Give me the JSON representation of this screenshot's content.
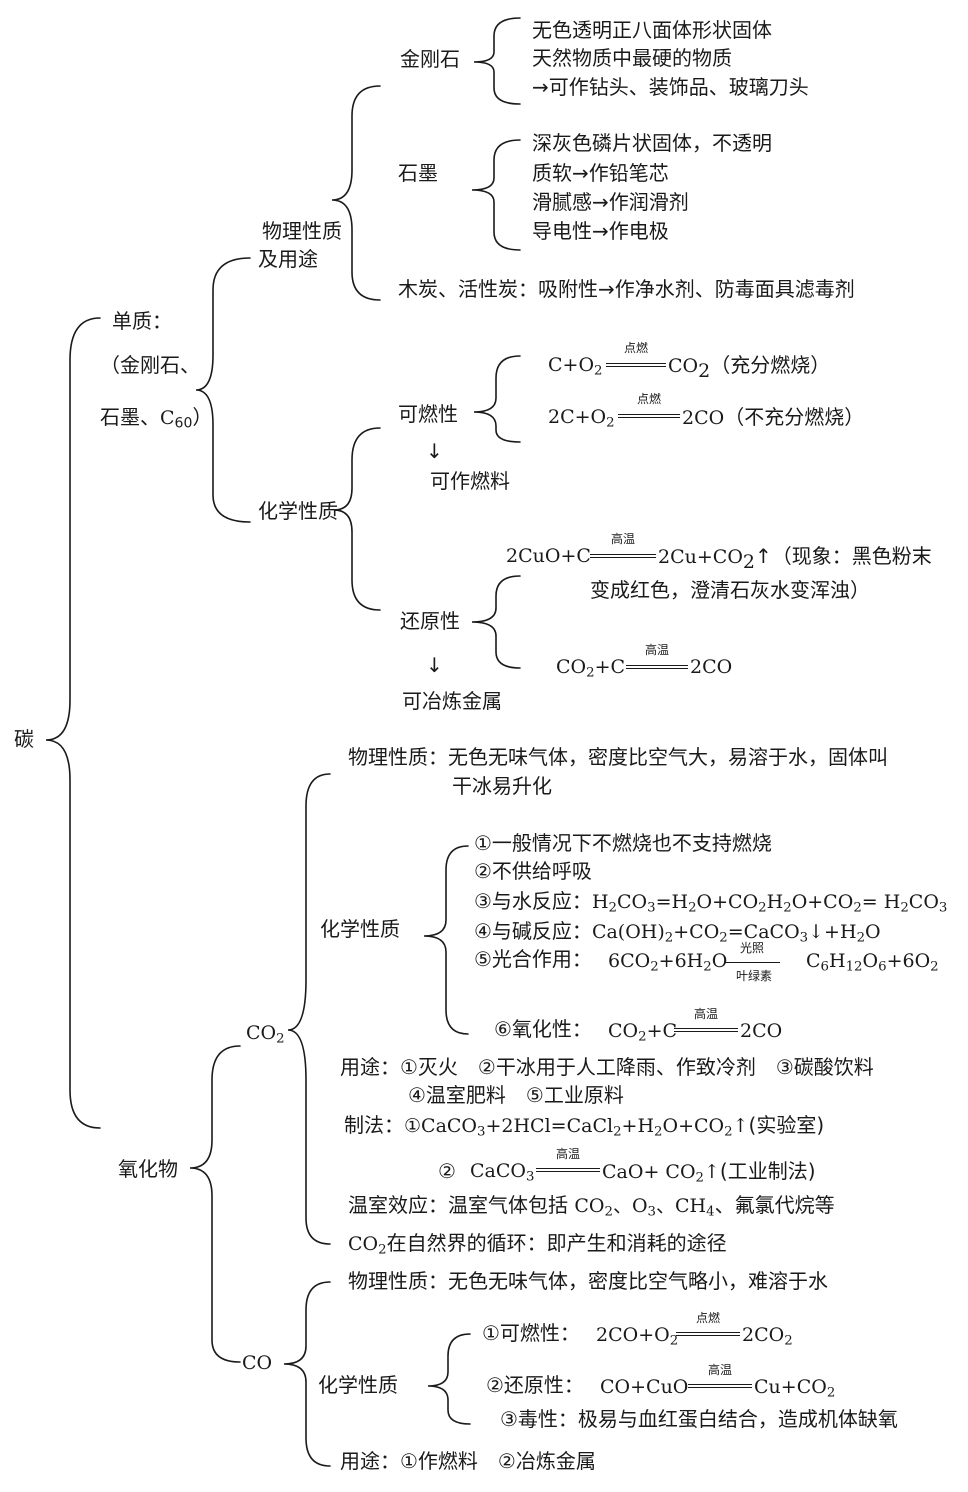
{
  "root": "碳",
  "simple": {
    "title": "单质：",
    "members_1": "（金刚石、",
    "members_2": "石墨、",
    "c60": "C",
    "c60_sub": "60",
    "c60_tail": "）",
    "physical": {
      "label_1": "物理性质",
      "label_2": "及用途",
      "diamond": {
        "name": "金刚石",
        "lines": [
          "无色透明正八面体形状固体",
          "天然物质中最硬的物质",
          "→可作钻头、装饰品、玻璃刀头"
        ]
      },
      "graphite": {
        "name": "石墨",
        "lines": [
          "深灰色磷片状固体，不透明",
          "质软→作铅笔芯",
          "滑腻感→作润滑剂",
          "导电性→作电极"
        ]
      },
      "charcoal": "木炭、活性炭：吸附性→作净水剂、防毒面具滤毒剂"
    },
    "chemical": {
      "label": "化学性质",
      "combustible": {
        "name": "可燃性",
        "arrow": "↓",
        "use": "可作燃料",
        "eq1": {
          "left": "C+O",
          "sub": "2",
          "cond": "点燃",
          "right": "CO",
          "rsub": "2",
          "note": "（充分燃烧）"
        },
        "eq2": {
          "left": "2C+O",
          "sub": "2",
          "cond": "点燃",
          "right": "2CO",
          "note": "（不充分燃烧）"
        }
      },
      "reducing": {
        "name": "还原性",
        "arrow": "↓",
        "use": "可冶炼金属",
        "eq1": {
          "left": "2CuO+C",
          "cond": "高温",
          "right": "2Cu+CO",
          "rsub": "2",
          "tail": "↑（现象：黑色粉末",
          "line2": "变成红色，澄清石灰水变浑浊）"
        },
        "eq2": {
          "left": "CO",
          "lsub": "2",
          "left2": "+C",
          "cond": "高温",
          "right": "2CO"
        }
      }
    }
  },
  "oxides": {
    "title": "氧化物",
    "co2": {
      "name": "CO",
      "name_sub": "2",
      "physical_1": "物理性质：无色无味气体，密度比空气大，易溶于水，固体叫",
      "physical_2": "干冰易升化",
      "chem_label": "化学性质",
      "c1": "①一般情况下不燃烧也不支持燃烧",
      "c2": "②不供给呼吸",
      "c3_label": "③与水反应：",
      "c4_label": "④与碱反应：",
      "c5_label": "⑤光合作用：",
      "c5_cond_top": "光照",
      "c5_cond_bottom": "叶绿素",
      "c6_label": "⑥氧化性：",
      "c6_cond": "高温",
      "uses_1": "用途：①灭火　②干冰用于人工降雨、作致冷剂　③碳酸饮料",
      "uses_2": "④温室肥料　⑤工业原料",
      "prep_label": "制法：",
      "prep1_tail": "(实验室)",
      "prep2_num": "②",
      "prep2_cond": "高温",
      "prep2_tail": "(工业制法)",
      "greenhouse_label": "温室效应：温室气体包括 ",
      "greenhouse_tail": "、氟氯代烷等",
      "cycle_tail": "在自然界的循环：即产生和消耗的途径"
    },
    "co": {
      "name": "CO",
      "physical": "物理性质：无色无味气体，密度比空气略小，难溶于水",
      "chem_label": "化学性质",
      "c1_label": "①可燃性：",
      "c1_cond": "点燃",
      "c2_label": "②还原性：",
      "c2_cond": "高温",
      "c3": "③毒性：极易与血红蛋白结合，造成机体缺氧",
      "uses": "用途：①作燃料　②冶炼金属"
    }
  }
}
